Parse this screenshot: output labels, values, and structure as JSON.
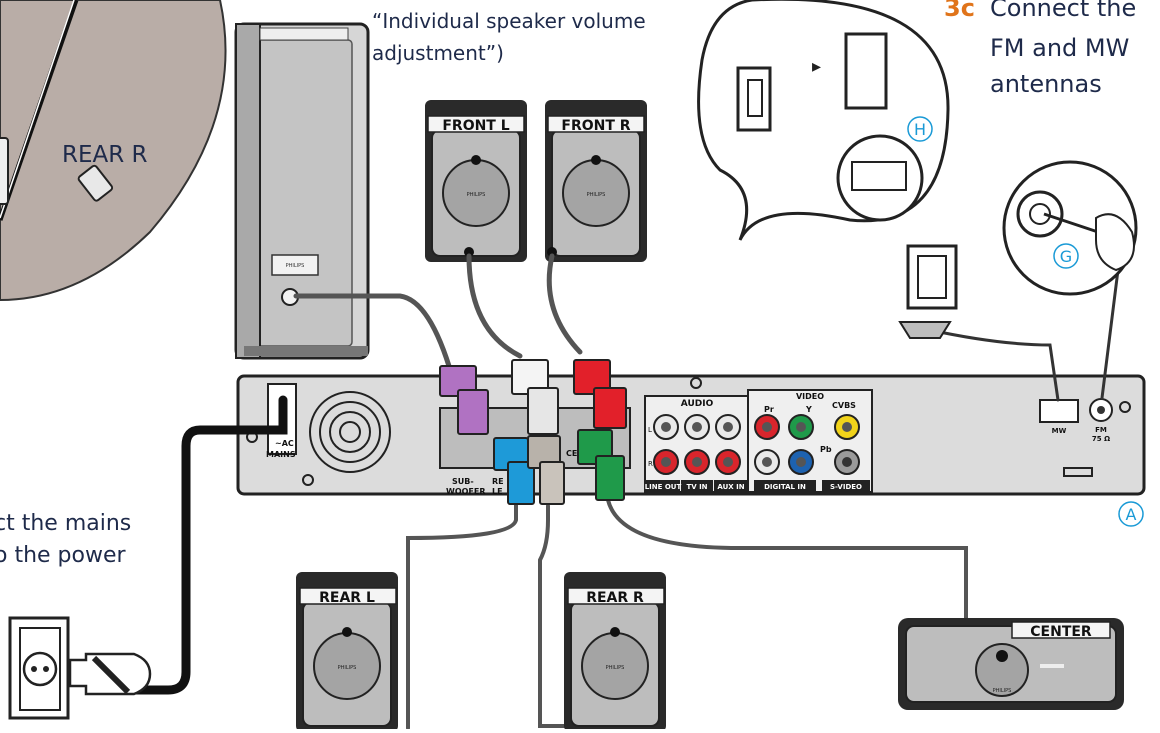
{
  "captions": {
    "volume_quote_line1": "“Individual speaker volume",
    "volume_quote_line2": "adjustment”)",
    "step_number": "3c",
    "step_line1": "Connect the",
    "step_line2": "FM and MW",
    "step_line3": "antennas",
    "mains_line1": "ct the mains",
    "mains_line2": "o the power",
    "rear_r_top": "REAR R"
  },
  "callouts": {
    "a": "A",
    "g": "G",
    "h": "H"
  },
  "speakers": {
    "front_l": "FRONT L",
    "front_r": "FRONT R",
    "rear_l": "REAR L",
    "rear_r": "REAR R",
    "center": "CENTER"
  },
  "panel": {
    "ac_mains_1": "~AC",
    "ac_mains_2": "MAINS",
    "subwoofer_1": "SUB-",
    "subwoofer_2": "WOOFER",
    "rear_l_1": "RE",
    "rear_l_2": "LE",
    "center_port": "CEN",
    "audio": "AUDIO",
    "video": "VIDEO",
    "pr": "Pr",
    "y": "Y",
    "pb": "Pb",
    "cvbs": "CVBS",
    "l": "L",
    "r": "R",
    "line_out": "LINE OUT",
    "tv_in": "TV IN",
    "aux_in": "AUX IN",
    "digital_in": "DIGITAL IN",
    "s_video": "S-VIDEO",
    "mw": "MW",
    "fm_1": "FM",
    "fm_2": "75 Ω"
  },
  "brand_label": "PHILIPS",
  "colors": {
    "caption_text": "#1e2a4a",
    "callout": "#1a9ad6",
    "circle_bg": "#b9ada7",
    "front_l_plug": "#8a4fa6",
    "front_r_plug": "#e2202a",
    "rear_l_plug": "#1e9ad8",
    "rear_r_plug": "#b8b2aa",
    "center_plug": "#1f9a4a",
    "subwoofer_plug": "#b072c2"
  }
}
